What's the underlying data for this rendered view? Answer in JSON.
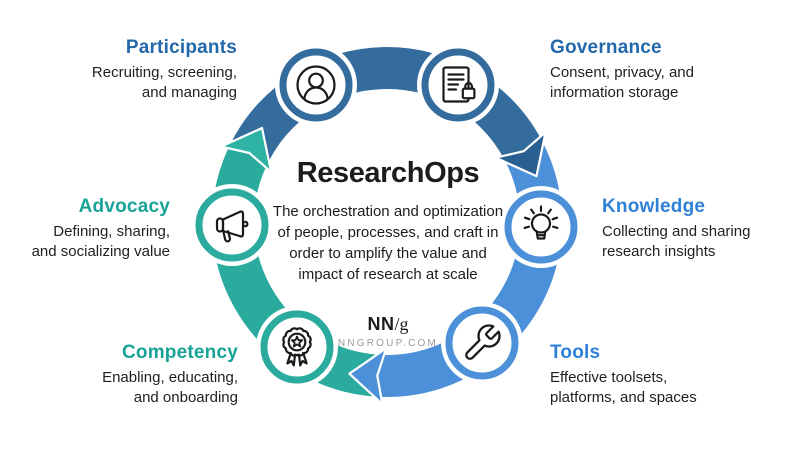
{
  "colors": {
    "steel_blue": "#346c9e",
    "steel_blue_dark": "#2a5f92",
    "light_blue": "#4b90d8",
    "teal": "#2bab9e",
    "teal_bright": "#2eb3a5",
    "title_dark_blue": "#2268aa",
    "title_light_blue": "#2f81d8",
    "title_teal": "#17a396",
    "body_text": "#1f1f1f",
    "brand_gray": "#9b9b9b",
    "icon_ink": "#1a1a1a"
  },
  "center": {
    "title": "ResearchOps",
    "description_lines": [
      "The orchestration and optimization",
      "of people, processes, and craft in",
      "order to amplify the value and",
      "impact of research at scale"
    ],
    "brand_nn": "NN",
    "brand_slash_g": "/g",
    "brand_site": "NNGROUP.COM"
  },
  "nodes": [
    {
      "label": "Participants",
      "desc_lines": [
        "Recruiting, screening,",
        "and managing"
      ],
      "icon": "person-icon",
      "ring_color": "#346c9e",
      "label_color": "#2268aa"
    },
    {
      "label": "Governance",
      "desc_lines": [
        "Consent, privacy, and",
        "information storage"
      ],
      "icon": "document-lock-icon",
      "ring_color": "#346c9e",
      "label_color": "#2268aa"
    },
    {
      "label": "Knowledge",
      "desc_lines": [
        "Collecting and sharing",
        "research insights"
      ],
      "icon": "lightbulb-icon",
      "ring_color": "#4b90d8",
      "label_color": "#2f81d8"
    },
    {
      "label": "Tools",
      "desc_lines": [
        "Effective toolsets,",
        "platforms, and spaces"
      ],
      "icon": "wrench-icon",
      "ring_color": "#4b90d8",
      "label_color": "#2f81d8"
    },
    {
      "label": "Competency",
      "desc_lines": [
        "Enabling, educating,",
        "and onboarding"
      ],
      "icon": "award-ribbon-icon",
      "ring_color": "#2bab9e",
      "label_color": "#17a396"
    },
    {
      "label": "Advocacy",
      "desc_lines": [
        "Defining, sharing,",
        "and socializing value"
      ],
      "icon": "megaphone-icon",
      "ring_color": "#2bab9e",
      "label_color": "#17a396"
    }
  ]
}
